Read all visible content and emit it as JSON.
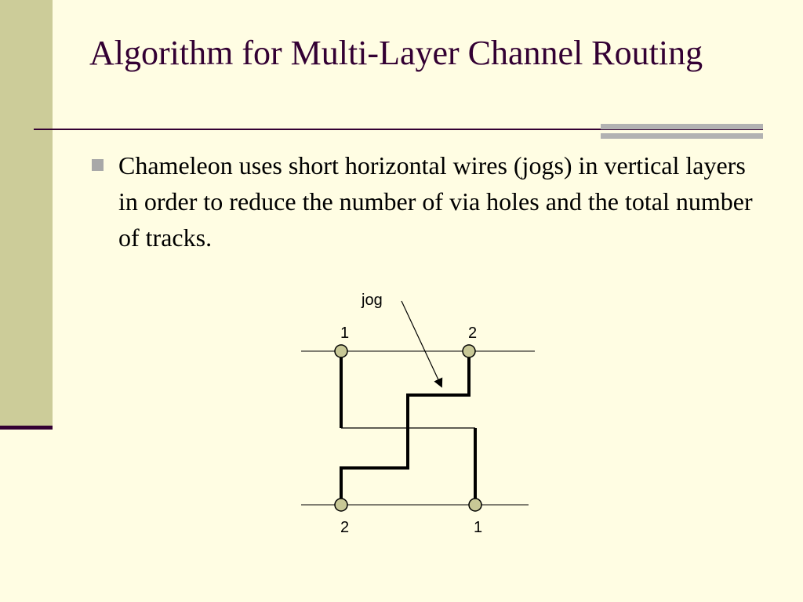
{
  "slide": {
    "title": "Algorithm for Multi-Layer Channel Routing",
    "bullets": [
      "Chameleon uses short horizontal wires (jogs) in vertical layers in order to reduce the number of via holes and the total number of tracks."
    ],
    "colors": {
      "background": "#FFFDE3",
      "accent_bar": "#CCCC99",
      "title_text": "#330033",
      "rule": "#330033",
      "bullet_marker": "#A8A8A8",
      "pin_fill": "#C8C896"
    }
  },
  "diagram": {
    "jog_label": "jog",
    "top_pins": [
      "1",
      "2"
    ],
    "bottom_pins": [
      "2",
      "1"
    ]
  }
}
